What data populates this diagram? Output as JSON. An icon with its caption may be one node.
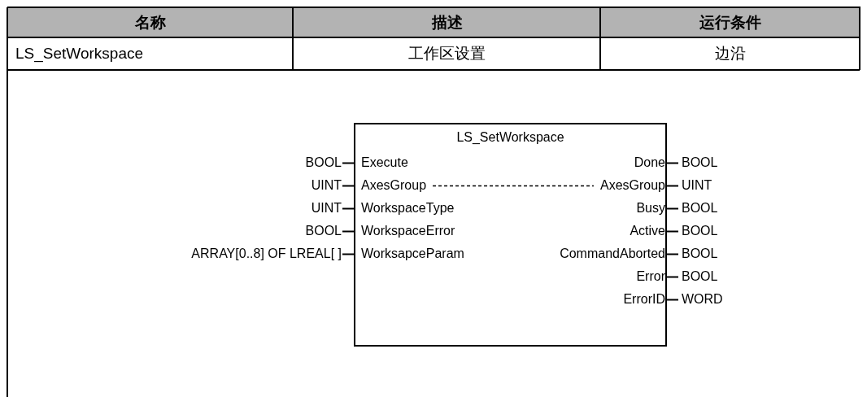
{
  "diagram": {
    "nodes": [
      {
        "text": [
          "LS_SetWorkspace"
        ]
      },
      {
        "text": [
          "Execute"
        ],
        "in": 0
      },
      {
        "text": [
          "AxesGroup"
        ],
        "in": 0
      },
      {
        "text": [
          "WorkspaceType"
        ],
        "in": 0
      },
      {
        "text": [
          "WorkspaceError"
        ],
        "in": 0
      },
      {
        "text": [
          "WorksapceParam"
        ],
        "in": 0
      },
      {
        "text": [
          "Done"
        ],
        "in": 0
      },
      {
        "text": [
          "AxesGroup"
        ],
        "in": 0
      },
      {
        "text": [
          "Busy"
        ],
        "in": 0
      },
      {
        "text": [
          "Active"
        ],
        "in": 0
      },
      {
        "text": [
          "CommandAborted"
        ],
        "in": 0
      },
      {
        "text": [
          "Error"
        ],
        "in": 0
      },
      {
        "text": [
          "ErrorID"
        ],
        "in": 0
      },
      {
        "text": [
          "BOOL"
        ]
      },
      {
        "text": [
          "UINT"
        ]
      },
      {
        "text": [
          "UINT"
        ]
      },
      {
        "text": [
          "BOOL"
        ]
      },
      {
        "text": [
          "ARRAY[0..8] OF LREAL[ ]"
        ]
      },
      {
        "text": [
          "BOOL"
        ]
      },
      {
        "text": [
          "UINT"
        ]
      },
      {
        "text": [
          "BOOL"
        ]
      },
      {
        "text": [
          "BOOL"
        ]
      },
      {
        "text": [
          "BOOL"
        ]
      },
      {
        "text": [
          "BOOL"
        ]
      },
      {
        "text": [
          "WORD"
        ]
      }
    ],
    "edges": [
      {
        "from": 13,
        "to": 1,
        "arrow": "none"
      },
      {
        "from": 14,
        "to": 2,
        "arrow": "none"
      },
      {
        "from": 15,
        "to": 3,
        "arrow": "none"
      },
      {
        "from": 16,
        "to": 4,
        "arrow": "none"
      },
      {
        "from": 17,
        "to": 5,
        "arrow": "none"
      },
      {
        "from": 6,
        "to": 18,
        "arrow": "none"
      },
      {
        "from": 7,
        "to": 19,
        "arrow": "none"
      },
      {
        "from": 8,
        "to": 20,
        "arrow": "none"
      },
      {
        "from": 9,
        "to": 21,
        "arrow": "none"
      },
      {
        "from": 10,
        "to": 22,
        "arrow": "none"
      },
      {
        "from": 11,
        "to": 23,
        "arrow": "none"
      },
      {
        "from": 12,
        "to": 24,
        "arrow": "none"
      },
      {
        "from": 2,
        "to": 7,
        "arrow": "none",
        "style": "dashed"
      }
    ],
    "labels": [
      "名称",
      "描述",
      "运行条件",
      "LS_SetWorkspace",
      "工作区设置",
      "边沿"
    ]
  }
}
